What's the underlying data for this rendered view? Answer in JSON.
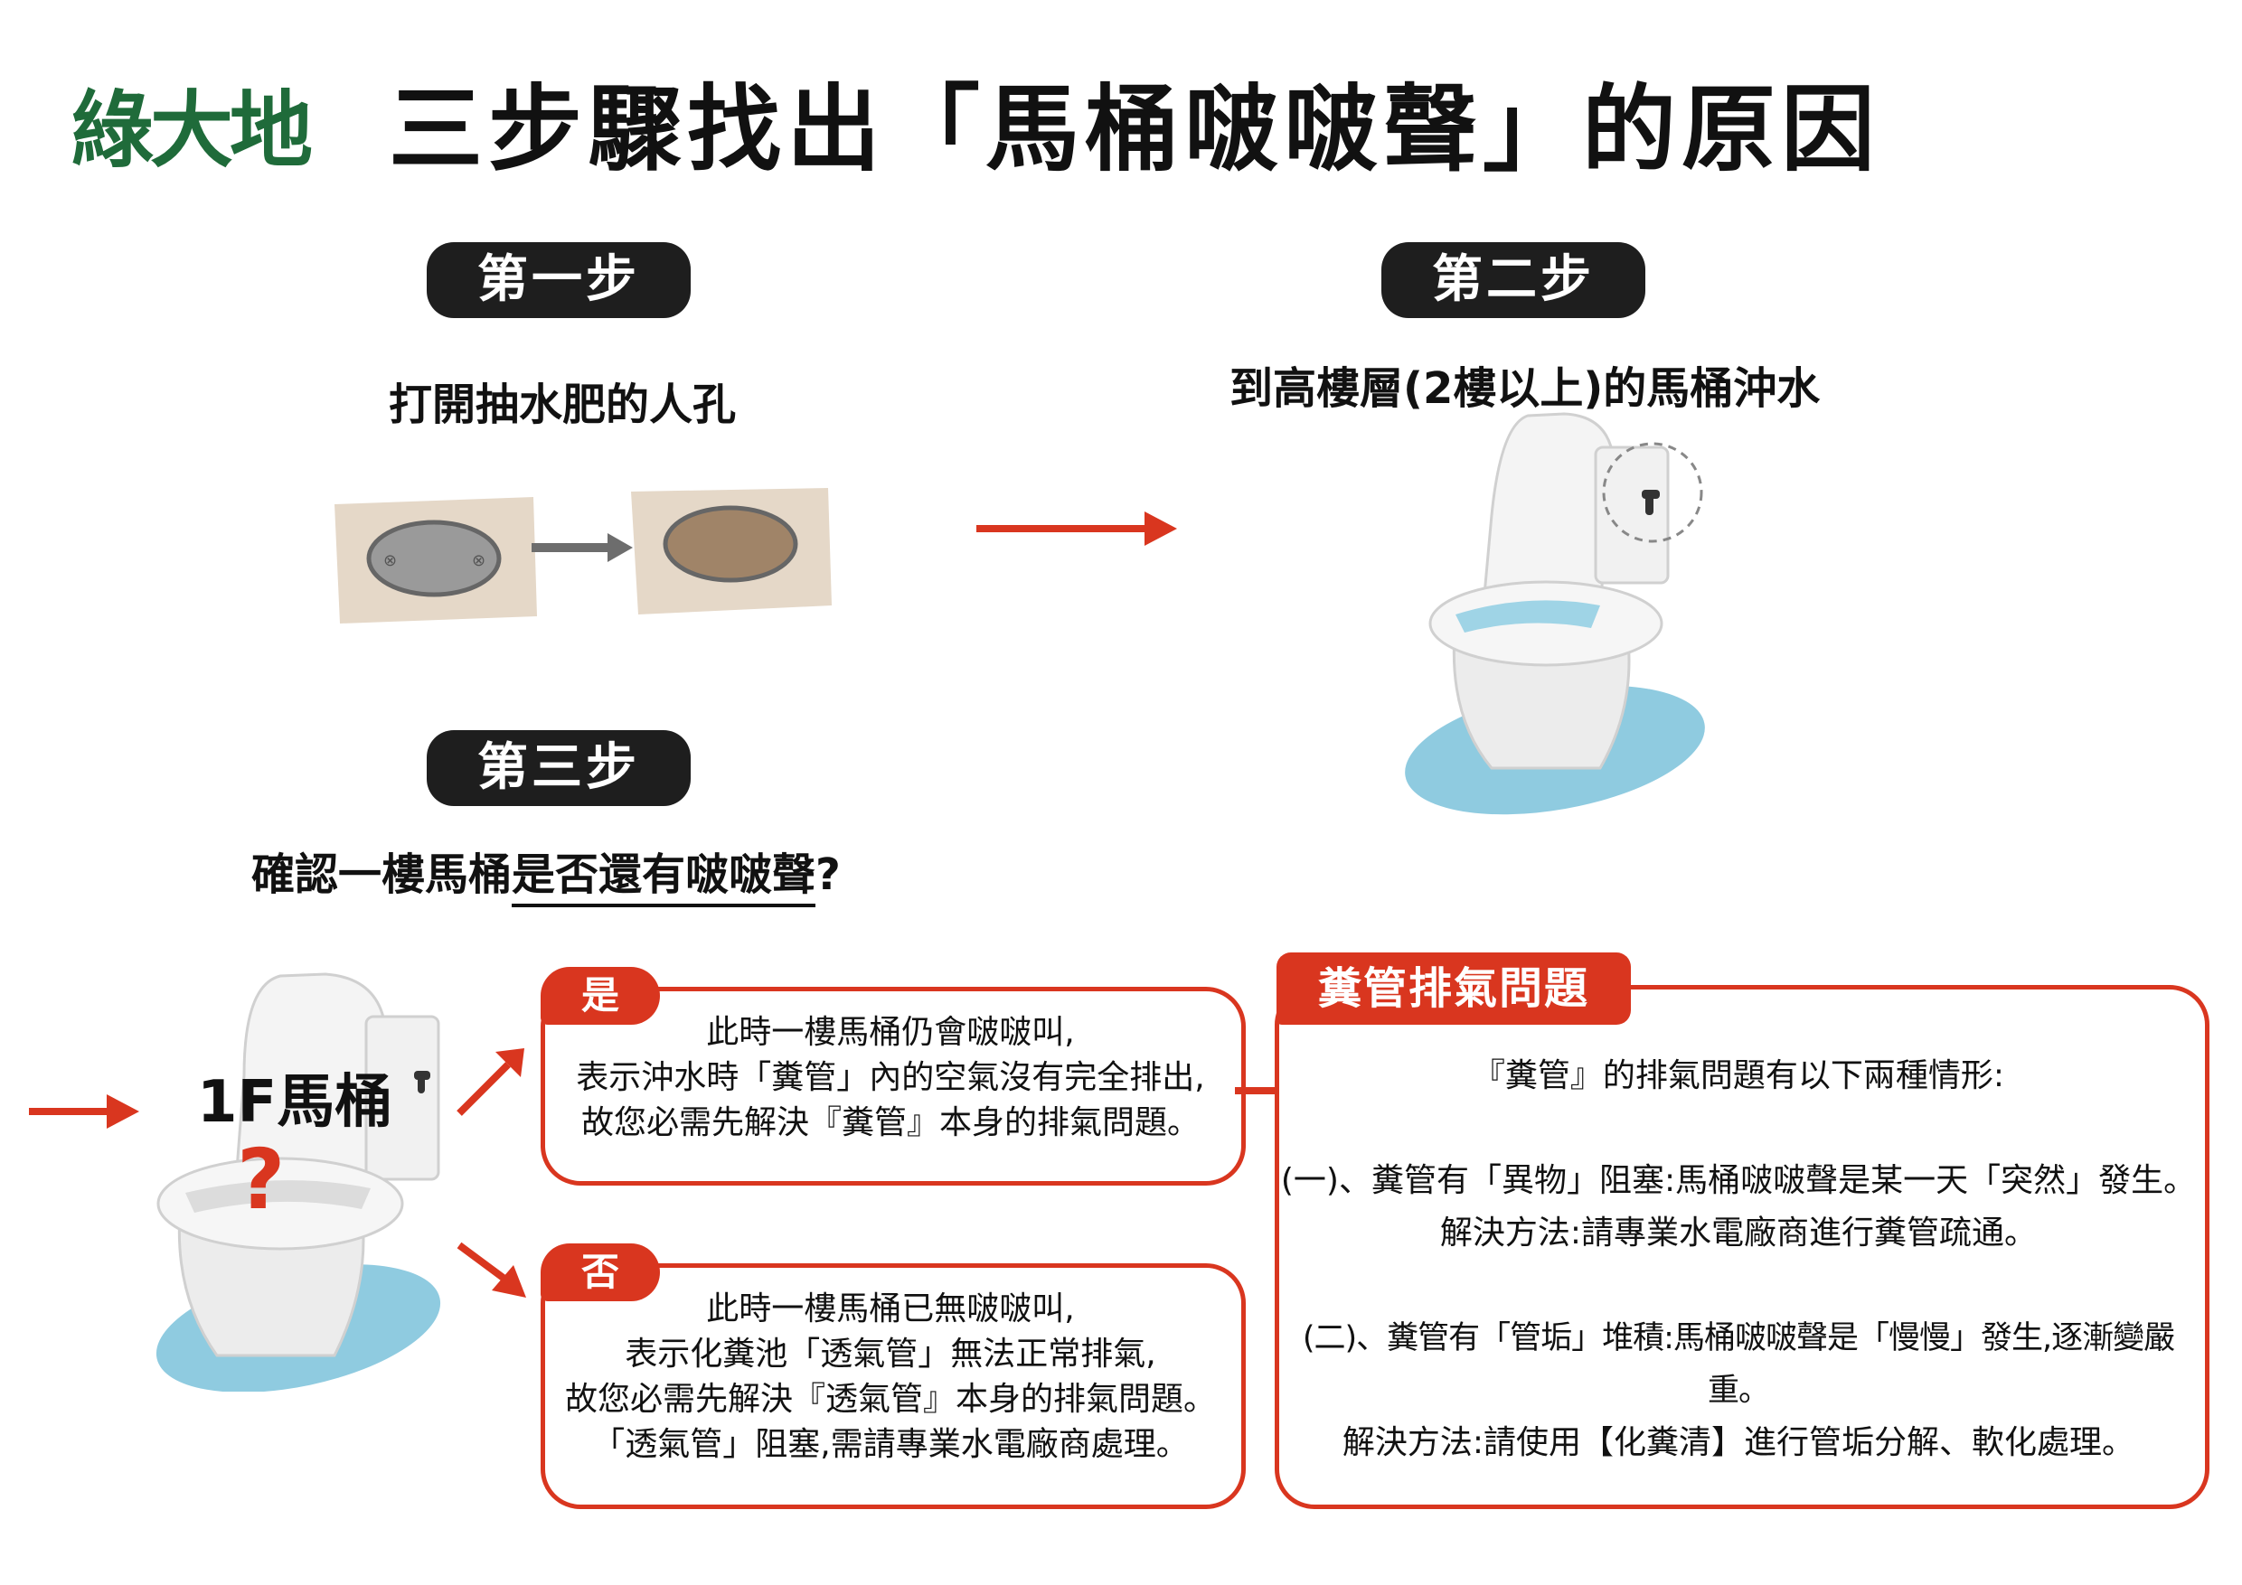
{
  "brand": {
    "logo": "綠大地"
  },
  "header": {
    "title": "三步驟找出「馬桶啵啵聲」的原因"
  },
  "step1": {
    "badge": "第一步",
    "text": "打開抽水肥的人孔"
  },
  "step2": {
    "badge": "第二步",
    "text": "到高樓層(2樓以上)的馬桶沖水"
  },
  "step3": {
    "badge": "第三步",
    "text_plain": "確認一樓馬桶",
    "text_underlined": "是否還有啵啵聲",
    "text_end": "?"
  },
  "toilet1f": {
    "label": "1F馬桶",
    "question": "?"
  },
  "yes_box": {
    "tag": "是",
    "lines": [
      "此時一樓馬桶仍會啵啵叫,",
      "表示沖水時「糞管」內的空氣沒有完全排出,",
      "故您必需先解決『糞管』本身的排氣問題。"
    ]
  },
  "no_box": {
    "tag": "否",
    "lines": [
      "此時一樓馬桶已無啵啵叫,",
      "表示化糞池「透氣管」無法正常排氣,",
      "故您必需先解決『透氣管』本身的排氣問題。",
      "「透氣管」阻塞,需請專業水電廠商處理。"
    ]
  },
  "side_box": {
    "tag": "糞管排氣問題",
    "intro": "『糞管』的排氣問題有以下兩種情形:",
    "case1": "(一)、糞管有「異物」阻塞:馬桶啵啵聲是某一天「突然」發生。",
    "case1_fix": "解決方法:請專業水電廠商進行糞管疏通。",
    "case2": "(二)、糞管有「管垢」堆積:馬桶啵啵聲是「慢慢」發生,逐漸變嚴重。",
    "case2_fix": "解決方法:請使用【化糞清】進行管垢分解、軟化處理。"
  },
  "colors": {
    "accent": "#d9361f",
    "brand": "#1f6b3a",
    "pill": "#1e1e1e",
    "water": "#8fcbe0",
    "tile": "#e5d8c8",
    "manhole_open": "#a08468"
  }
}
